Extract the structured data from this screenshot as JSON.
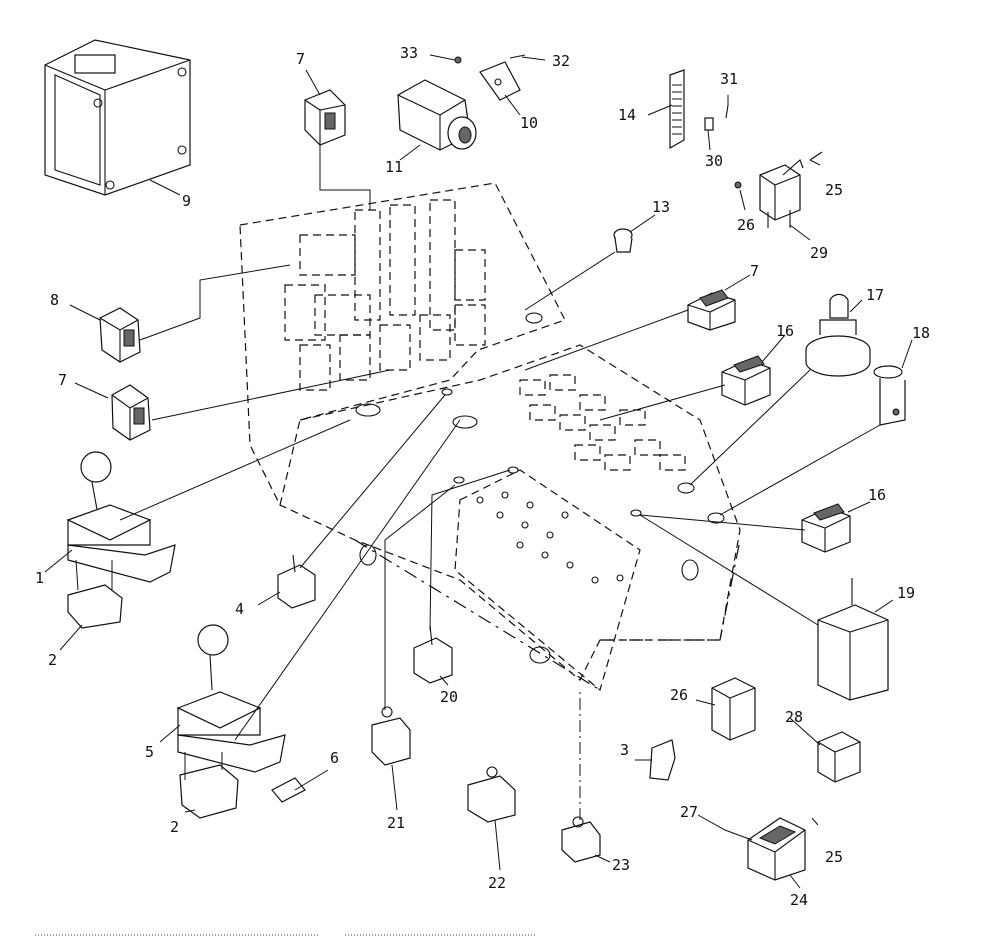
{
  "diagram": {
    "callouts": [
      {
        "id": "c1",
        "text": "1"
      },
      {
        "id": "c2a",
        "text": "2"
      },
      {
        "id": "c2b",
        "text": "2"
      },
      {
        "id": "c3",
        "text": "3"
      },
      {
        "id": "c4",
        "text": "4"
      },
      {
        "id": "c5",
        "text": "5"
      },
      {
        "id": "c6",
        "text": "6"
      },
      {
        "id": "c7a",
        "text": "7"
      },
      {
        "id": "c7b",
        "text": "7"
      },
      {
        "id": "c7c",
        "text": "7"
      },
      {
        "id": "c8",
        "text": "8"
      },
      {
        "id": "c9",
        "text": "9"
      },
      {
        "id": "c10",
        "text": "10"
      },
      {
        "id": "c11",
        "text": "11"
      },
      {
        "id": "c13",
        "text": "13"
      },
      {
        "id": "c14",
        "text": "14"
      },
      {
        "id": "c16a",
        "text": "16"
      },
      {
        "id": "c16b",
        "text": "16"
      },
      {
        "id": "c17",
        "text": "17"
      },
      {
        "id": "c18",
        "text": "18"
      },
      {
        "id": "c19",
        "text": "19"
      },
      {
        "id": "c20",
        "text": "20"
      },
      {
        "id": "c21",
        "text": "21"
      },
      {
        "id": "c22",
        "text": "22"
      },
      {
        "id": "c23",
        "text": "23"
      },
      {
        "id": "c24",
        "text": "24"
      },
      {
        "id": "c25a",
        "text": "25"
      },
      {
        "id": "c25b",
        "text": "25"
      },
      {
        "id": "c26a",
        "text": "26"
      },
      {
        "id": "c26b",
        "text": "26"
      },
      {
        "id": "c27",
        "text": "27"
      },
      {
        "id": "c28",
        "text": "28"
      },
      {
        "id": "c29",
        "text": "29"
      },
      {
        "id": "c30",
        "text": "30"
      },
      {
        "id": "c31",
        "text": "31"
      },
      {
        "id": "c32",
        "text": "32"
      },
      {
        "id": "c33",
        "text": "33"
      }
    ]
  }
}
